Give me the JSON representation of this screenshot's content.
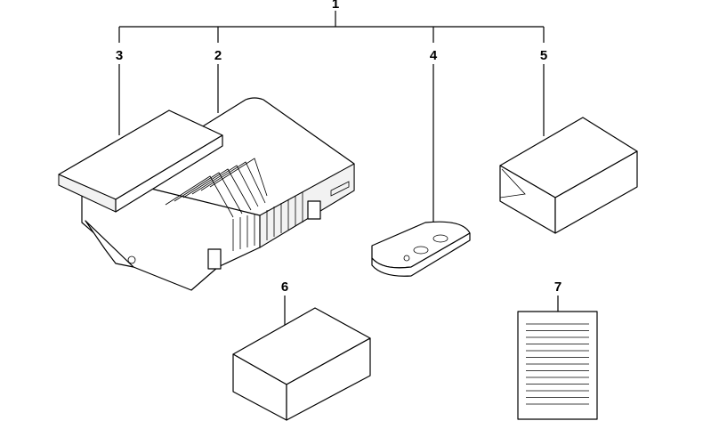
{
  "callouts": {
    "c1": "1",
    "c2": "2",
    "c3": "3",
    "c4": "4",
    "c5": "5",
    "c6": "6",
    "c7": "7"
  },
  "parts": [
    {
      "callout": "1",
      "icon": "assembly-bracket"
    },
    {
      "callout": "2",
      "icon": "control-unit"
    },
    {
      "callout": "3",
      "icon": "cover-plate"
    },
    {
      "callout": "4",
      "icon": "remote-key-fob"
    },
    {
      "callout": "5",
      "icon": "boxed-part"
    },
    {
      "callout": "6",
      "icon": "boxed-part"
    },
    {
      "callout": "7",
      "icon": "instruction-sheet"
    }
  ]
}
